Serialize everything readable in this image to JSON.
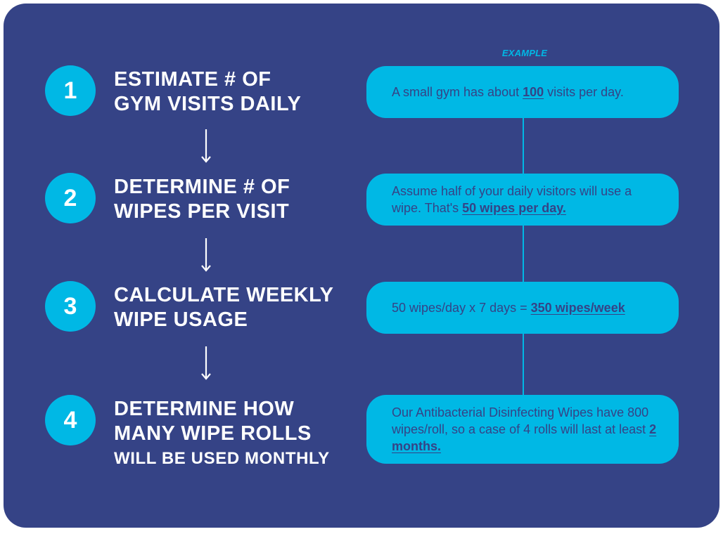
{
  "example_label": "EXAMPLE",
  "colors": {
    "background": "#354386",
    "accent": "#00b8e5",
    "text_light": "#ffffff",
    "text_dark": "#354386"
  },
  "steps": [
    {
      "number": "1",
      "title_lines": [
        "ESTIMATE # OF",
        "GYM VISITS DAILY"
      ],
      "example": {
        "pre": "A small gym has about ",
        "highlight": "100",
        "post": " visits per day."
      }
    },
    {
      "number": "2",
      "title_lines": [
        "DETERMINE # OF",
        "WIPES PER VISIT"
      ],
      "example": {
        "pre": "Assume half of your daily visitors will use a wipe. That's ",
        "highlight": "50 wipes per day.",
        "post": ""
      }
    },
    {
      "number": "3",
      "title_lines": [
        "CALCULATE WEEKLY",
        "WIPE USAGE"
      ],
      "example": {
        "pre": "50 wipes/day x 7 days = ",
        "highlight": "350 wipes/week",
        "post": ""
      }
    },
    {
      "number": "4",
      "title_lines": [
        "DETERMINE HOW",
        "MANY WIPE ROLLS",
        "WILL BE USED MONTHLY"
      ],
      "example": {
        "pre": "Our Antibacterial Disinfecting Wipes have 800 wipes/roll, so a case of 4 rolls will last at least ",
        "highlight": "2 months.",
        "post": ""
      }
    }
  ],
  "icons": {
    "arrow": "arrow-down-icon"
  }
}
